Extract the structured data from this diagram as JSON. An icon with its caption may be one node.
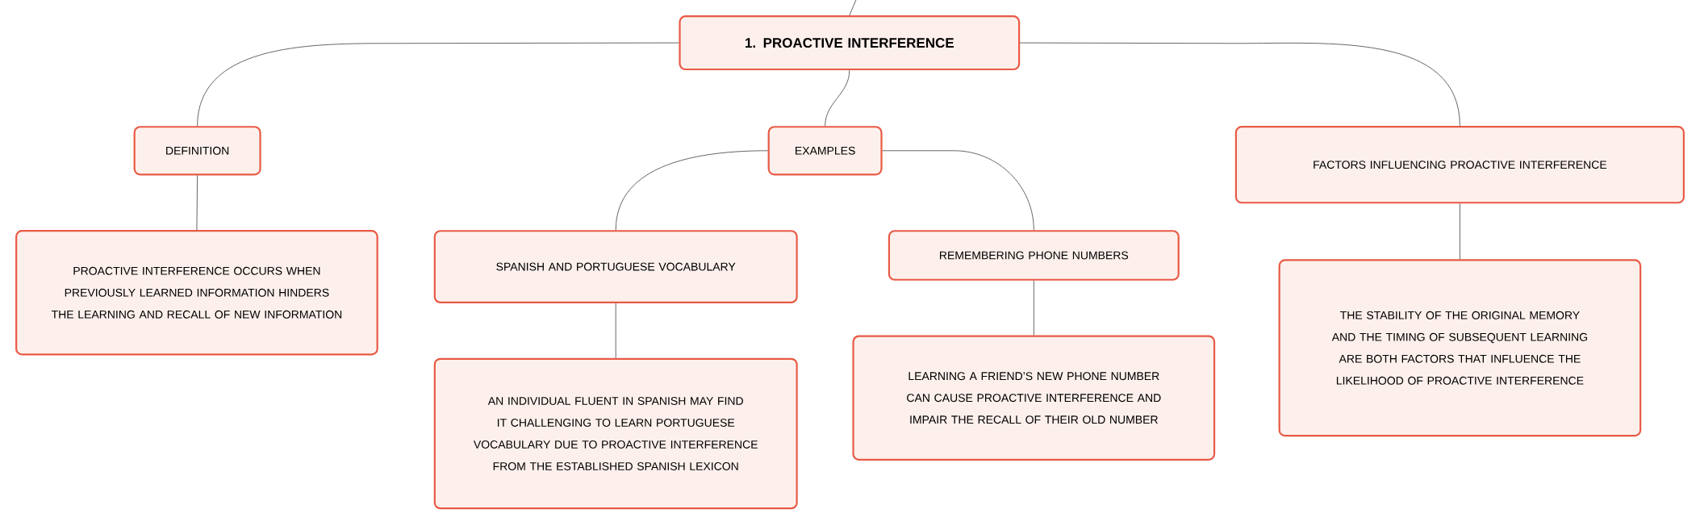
{
  "diagram": {
    "nodes": [
      {
        "text": [
          "1. PROACTIVE INTERFERENCE"
        ]
      },
      {
        "text": [
          "DEFINITION"
        ]
      },
      {
        "text": [
          "EXAMPLES"
        ]
      },
      {
        "text": [
          "FACTORS INFLUENCING PROACTIVE INTERFERENCE"
        ]
      },
      {
        "text": [
          "PROACTIVE INTERFERENCE OCCURS WHEN PREVIOUSLY LEARNED INFORMATION HINDERS THE LEARNING AND RECALL OF NEW INFORMATION"
        ]
      },
      {
        "text": [
          "SPANISH AND PORTUGUESE VOCABULARY"
        ]
      },
      {
        "text": [
          "REMEMBERING PHONE NUMBERS"
        ]
      },
      {
        "text": [
          "AN INDIVIDUAL FLUENT IN SPANISH MAY FIND IT CHALLENGING TO LEARN PORTUGUESE VOCABULARY DUE TO PROACTIVE INTERFERENCE FROM THE ESTABLISHED SPANISH LEXICON"
        ]
      },
      {
        "text": [
          "LEARNING A FRIEND’S NEW PHONE NUMBER CAN CAUSE PROACTIVE INTERFERENCE AND IMPAIR THE RECALL OF THEIR OLD NUMBER"
        ]
      },
      {
        "text": [
          "THE STABILITY OF THE ORIGINAL MEMORY AND THE TIMING OF SUBSEQUENT LEARNING ARE BOTH FACTORS THAT INFLUENCE THE LIKELIHOOD OF PROACTIVE INTERFERENCE"
        ]
      }
    ],
    "edges": [
      {
        "from": null,
        "to": 0,
        "arrow": "none"
      },
      {
        "from": 0,
        "to": 1,
        "arrow": "none"
      },
      {
        "from": 0,
        "to": 2,
        "arrow": "none"
      },
      {
        "from": 0,
        "to": 3,
        "arrow": "none"
      },
      {
        "from": 1,
        "to": 4,
        "arrow": "none"
      },
      {
        "from": 2,
        "to": 5,
        "arrow": "none"
      },
      {
        "from": 2,
        "to": 6,
        "arrow": "none"
      },
      {
        "from": 5,
        "to": 7,
        "arrow": "none"
      },
      {
        "from": 6,
        "to": 8,
        "arrow": "none"
      },
      {
        "from": 3,
        "to": 9,
        "arrow": "none"
      }
    ]
  }
}
